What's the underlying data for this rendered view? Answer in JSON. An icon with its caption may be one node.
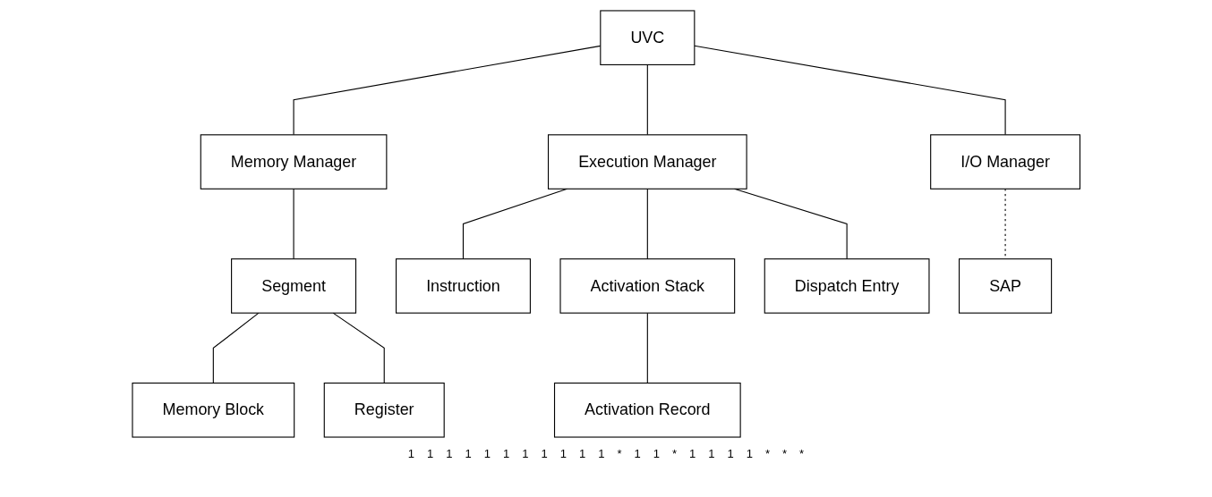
{
  "diagram": {
    "nodes": [
      {
        "text": [
          "UVC"
        ]
      },
      {
        "text": [
          "Memory Manager"
        ]
      },
      {
        "text": [
          "Execution Manager"
        ]
      },
      {
        "text": [
          "I/O Manager"
        ]
      },
      {
        "text": [
          "Segment"
        ]
      },
      {
        "text": [
          "Instruction"
        ]
      },
      {
        "text": [
          "Activation Stack"
        ]
      },
      {
        "text": [
          "Dispatch Entry"
        ]
      },
      {
        "text": [
          "SAP"
        ]
      },
      {
        "text": [
          "Memory Block"
        ]
      },
      {
        "text": [
          "Register"
        ]
      },
      {
        "text": [
          "Activation Record"
        ]
      }
    ],
    "edges": [
      {
        "from": 0,
        "to": 1,
        "arrow": "none"
      },
      {
        "from": 0,
        "to": 2,
        "arrow": "none"
      },
      {
        "from": 0,
        "to": 3,
        "arrow": "none"
      },
      {
        "from": 1,
        "to": 4,
        "arrow": "none"
      },
      {
        "from": 2,
        "to": 5,
        "arrow": "none"
      },
      {
        "from": 2,
        "to": 6,
        "arrow": "none"
      },
      {
        "from": 2,
        "to": 7,
        "arrow": "none"
      },
      {
        "from": 3,
        "to": 8,
        "arrow": "none",
        "style": "dashed"
      },
      {
        "from": 4,
        "to": 9,
        "arrow": "none"
      },
      {
        "from": 4,
        "to": 10,
        "arrow": "none"
      },
      {
        "from": 6,
        "to": 11,
        "arrow": "none"
      }
    ],
    "labels": [
      "1",
      "1",
      "1",
      "1",
      "1",
      "1",
      "1",
      "1",
      "1",
      "1",
      "1",
      "*",
      "1",
      "1",
      "*",
      "1",
      "1",
      "1",
      "1",
      "*",
      "*",
      "*"
    ]
  }
}
